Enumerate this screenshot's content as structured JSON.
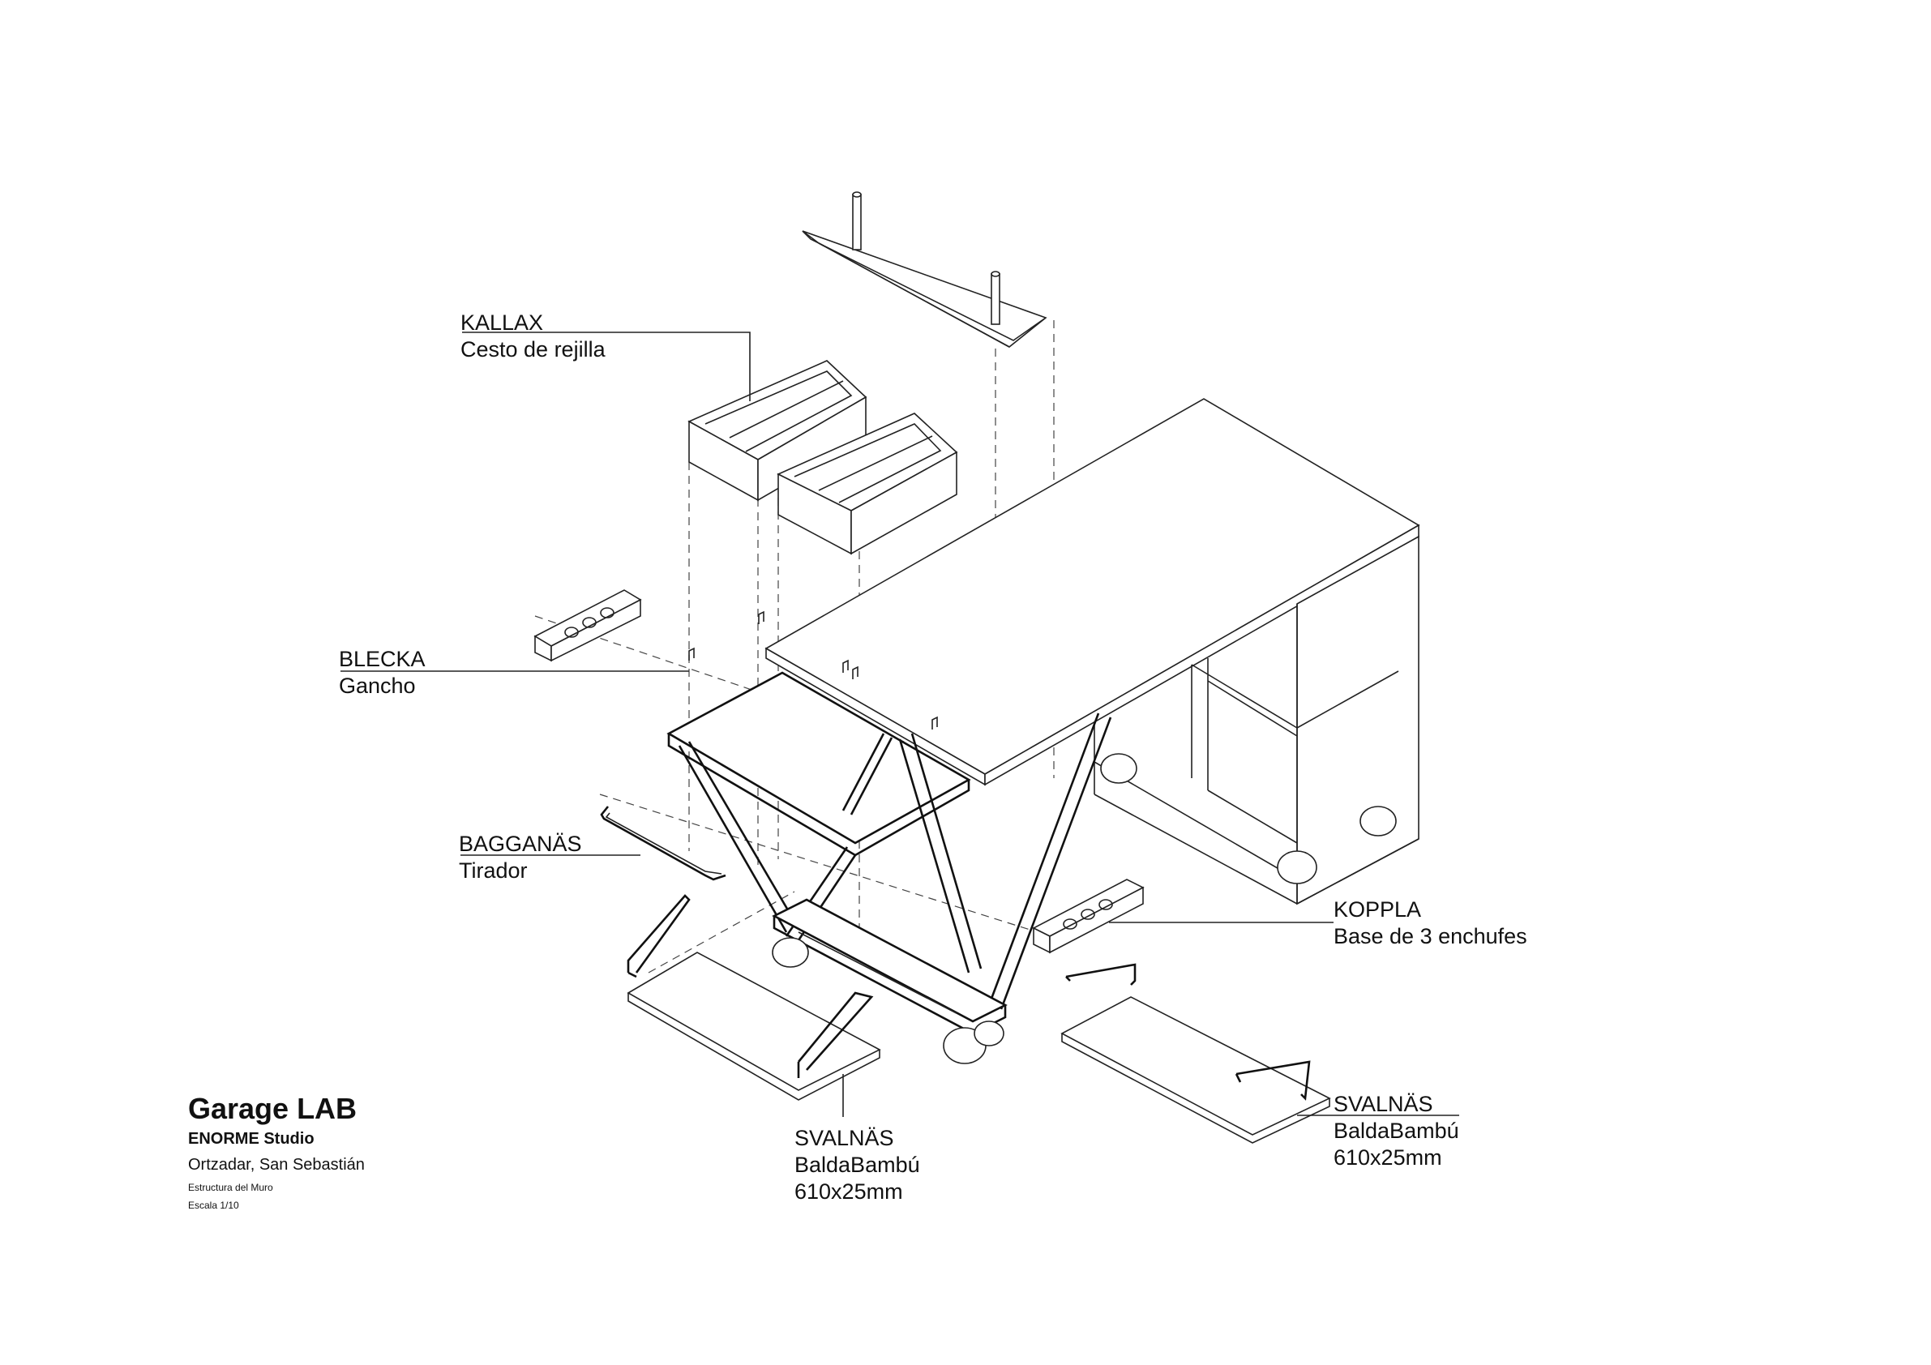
{
  "labels": {
    "kallax": {
      "name": "KALLAX",
      "desc": "Cesto de rejilla"
    },
    "blecka": {
      "name": "BLECKA",
      "desc": "Gancho"
    },
    "bagganas": {
      "name": "BAGGANÄS",
      "desc": "Tirador"
    },
    "koppla": {
      "name": "KOPPLA",
      "desc": "Base de 3 enchufes"
    },
    "svalnas_left": {
      "name": "SVALNÄS",
      "desc": "BaldaBambú",
      "size": "610x25mm"
    },
    "svalnas_right": {
      "name": "SVALNÄS",
      "desc": "BaldaBambú",
      "size": "610x25mm"
    }
  },
  "title_block": {
    "title": "Garage LAB",
    "studio": "ENORME Studio",
    "location": "Ortzadar, San Sebastián",
    "drawing": "Estructura del Muro",
    "scale": "Escala 1/10"
  }
}
